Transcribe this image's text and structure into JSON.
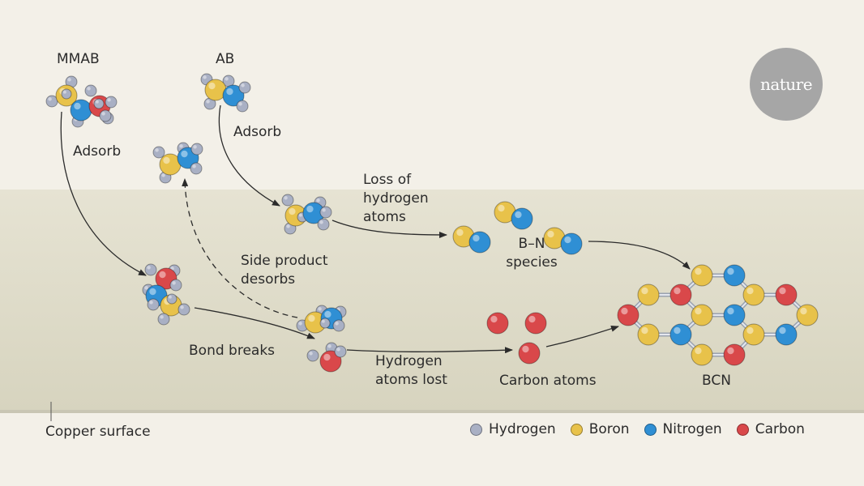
{
  "labels": {
    "mmab": "MMAB",
    "ab": "AB",
    "adsorb_left": "Adsorb",
    "adsorb_right": "Adsorb",
    "loss_of_hydrogen_atoms": "Loss of\nhydrogen\natoms",
    "bn_species": "B–N\nspecies",
    "side_product_desorbs": "Side product\ndesorbs",
    "bond_breaks": "Bond breaks",
    "hydrogen_atoms_lost": "Hydrogen\natoms lost",
    "carbon_atoms": "Carbon atoms",
    "bcn": "BCN",
    "copper_surface": "Copper surface"
  },
  "logo": {
    "text": "nature"
  },
  "legend": [
    {
      "label": "Hydrogen",
      "color": "#a9b0c4"
    },
    {
      "label": "Boron",
      "color": "#e8c24a"
    },
    {
      "label": "Nitrogen",
      "color": "#2f8fd4"
    },
    {
      "label": "Carbon",
      "color": "#d9484a"
    }
  ],
  "colors": {
    "background": "#f3f0e8",
    "surface_region": "#e3e0ce",
    "copper_line": "#c9c6b4",
    "hydrogen": "#a9b0c4",
    "boron": "#e8c24a",
    "nitrogen": "#2f8fd4",
    "carbon": "#d9484a",
    "arrow": "#2b2b2b"
  }
}
